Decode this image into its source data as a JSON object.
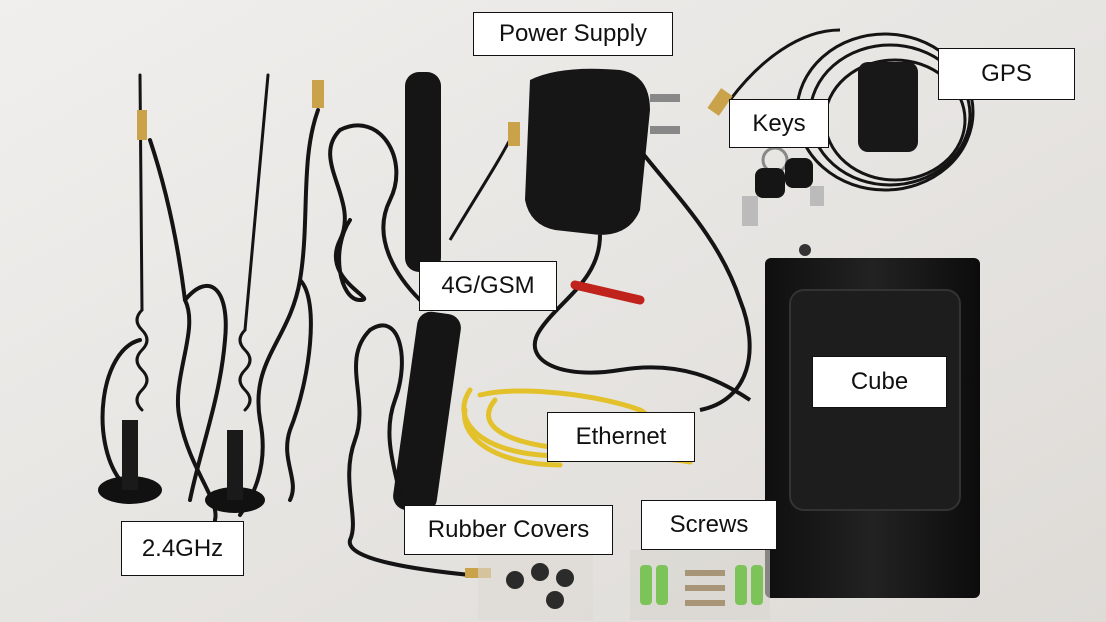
{
  "image": {
    "description_labels": {
      "power_supply": "Power Supply",
      "gps": "GPS",
      "keys": "Keys",
      "gsm": "4G/GSM",
      "cube": "Cube",
      "ethernet": "Ethernet",
      "wifi": "2.4GHz",
      "rubber_covers": "Rubber Covers",
      "screws": "Screws"
    },
    "colors": {
      "background": "#e9e7e4",
      "device_black": "#151515",
      "cable_yellow": "#e3c12a",
      "connector_gold": "#c9a24a",
      "heat_shrink_red": "#c0221c",
      "screw_anchor_green": "#7cc45a"
    }
  }
}
